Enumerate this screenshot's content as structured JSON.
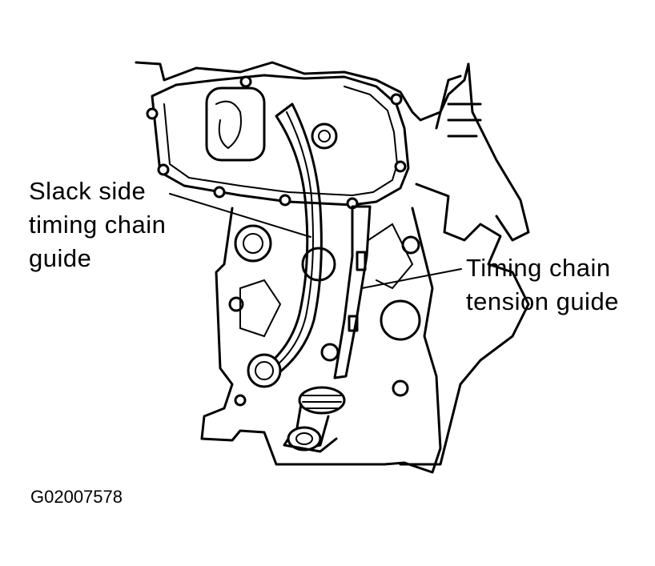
{
  "labels": {
    "slack_side": [
      "Slack side",
      "timing chain",
      "guide"
    ],
    "tension": [
      "Timing chain",
      "tension guide"
    ]
  },
  "figure_code": "G02007578"
}
